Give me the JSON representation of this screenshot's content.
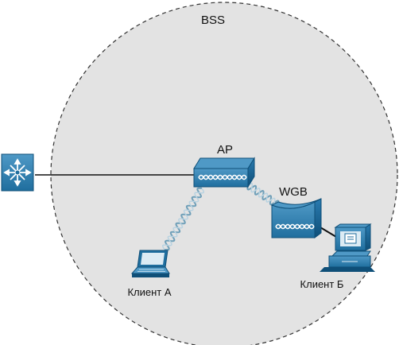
{
  "diagram": {
    "bss_label": "BSS",
    "ap_label": "AP",
    "wgb_label": "WGB",
    "client_a_label": "Клиент А",
    "client_b_label": "Клиент Б"
  },
  "icons": {
    "switch": "layer3-switch-icon",
    "ap": "access-point-icon",
    "wgb": "workgroup-bridge-icon",
    "laptop": "laptop-icon",
    "workstation": "workstation-icon"
  },
  "colors": {
    "bss_fill": "#e3e3e3",
    "bss_border": "#333333",
    "device_blue": "#1f6e9e",
    "device_blue_dark": "#0f4f78",
    "device_blue_light": "#4f99c6"
  }
}
